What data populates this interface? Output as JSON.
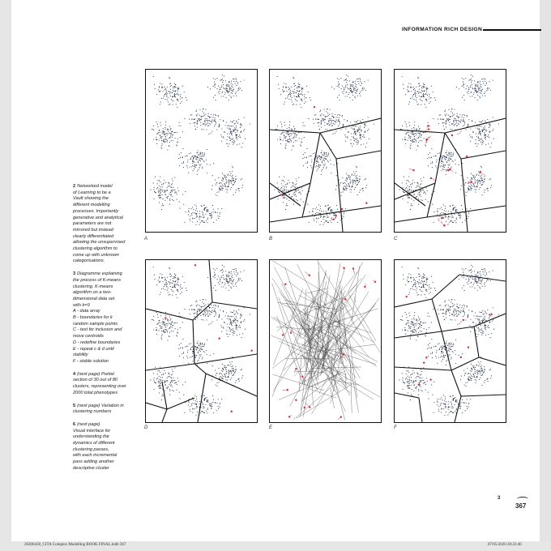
{
  "header": {
    "title": "INFORMATION RICH DESIGN"
  },
  "captions": [
    {
      "number": "2",
      "text": "Networked model\nof Learning to be a\nVault showing the\ndifferent modelling\nprocesses. Importantly\ngenerative and analytical\nparameters are not\nmirrored but instead\nclearly differentiated\nallowing the unsupervised\nclustering algorithm to\ncome up with unknown\ncategorisations."
    },
    {
      "number": "3",
      "text": "Diagramme explaining\nthe process of K-means\nclustering. K-means\nalgorithm on a two-\ndimensional data set\nwith k=9\nA - data array\nB - boundaries for k\nrandom sample points\nC - test for inclusion and\nmove centroids\nD - redefine boundaries\nE - repeat c & d until\nstability\nF - stable solution"
    },
    {
      "number": "4",
      "text": "(next page) Partial\nsection of 30 out of 80\nclusters, representing over\n2000 total phenotypes"
    },
    {
      "number": "5",
      "text": "(next page) Variation in\nclustering numbers"
    },
    {
      "number": "6",
      "text": "(next page)\nVisual interface for\nunderstanding the\ndynamics of different\nclustering passes,\nwith each incremental\npass adding another\ndescriptive cluster"
    }
  ],
  "panels": [
    {
      "id": "A",
      "label": "A"
    },
    {
      "id": "B",
      "label": "B"
    },
    {
      "id": "C",
      "label": "C"
    },
    {
      "id": "D",
      "label": "D"
    },
    {
      "id": "E",
      "label": "E"
    },
    {
      "id": "F",
      "label": "F"
    }
  ],
  "colors": {
    "points": "#1e2a44",
    "centroids": "#d32f3a",
    "lines": "#111111"
  },
  "folio": {
    "small": "3",
    "page_number": "367"
  },
  "slug": {
    "left": "20200428_CITA Complex Modelling BOOK FINAL.indb   367",
    "right": "07/05/2020   20:22:46"
  }
}
